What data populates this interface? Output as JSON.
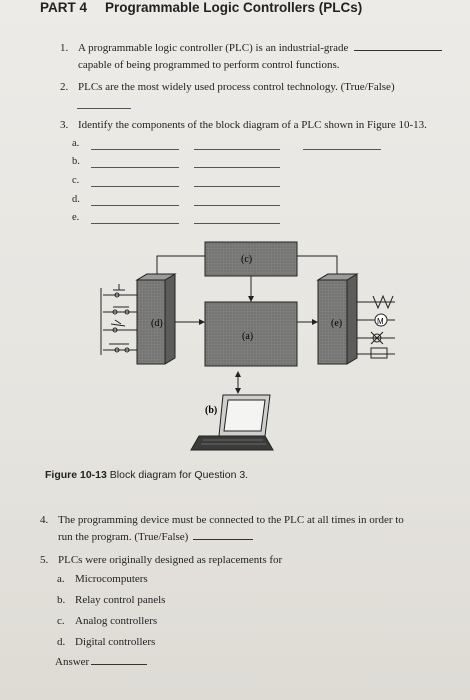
{
  "header": {
    "part": "PART 4",
    "title": "Programmable Logic Controllers (PLCs)"
  },
  "q1": {
    "num": "1.",
    "line1": "A programmable logic controller (PLC) is an industrial-grade",
    "line2": "capable of being programmed to perform control functions."
  },
  "q2": {
    "num": "2.",
    "text": "PLCs are the most widely used process control technology. (True/False)"
  },
  "q3": {
    "num": "3.",
    "text": "Identify the components of the block diagram of a PLC shown in Figure 10-13.",
    "labels": [
      "a.",
      "b.",
      "c.",
      "d.",
      "e."
    ]
  },
  "diagram": {
    "c": "(c)",
    "a": "(a)",
    "d": "(d)",
    "e": "(e)",
    "b": "(b)",
    "motor": "M"
  },
  "caption": {
    "fig": "Figure 10-13",
    "text": "Block diagram for Question 3."
  },
  "q4": {
    "num": "4.",
    "line1": "The programming device must be connected to the PLC at all times in order to",
    "line2": "run the program. (True/False)"
  },
  "q5": {
    "num": "5.",
    "text": "PLCs were originally designed as replacements for",
    "options": [
      {
        "letter": "a.",
        "text": "Microcomputers"
      },
      {
        "letter": "b.",
        "text": "Relay control panels"
      },
      {
        "letter": "c.",
        "text": "Analog controllers"
      },
      {
        "letter": "d.",
        "text": "Digital controllers"
      }
    ],
    "answer_label": "Answer"
  }
}
